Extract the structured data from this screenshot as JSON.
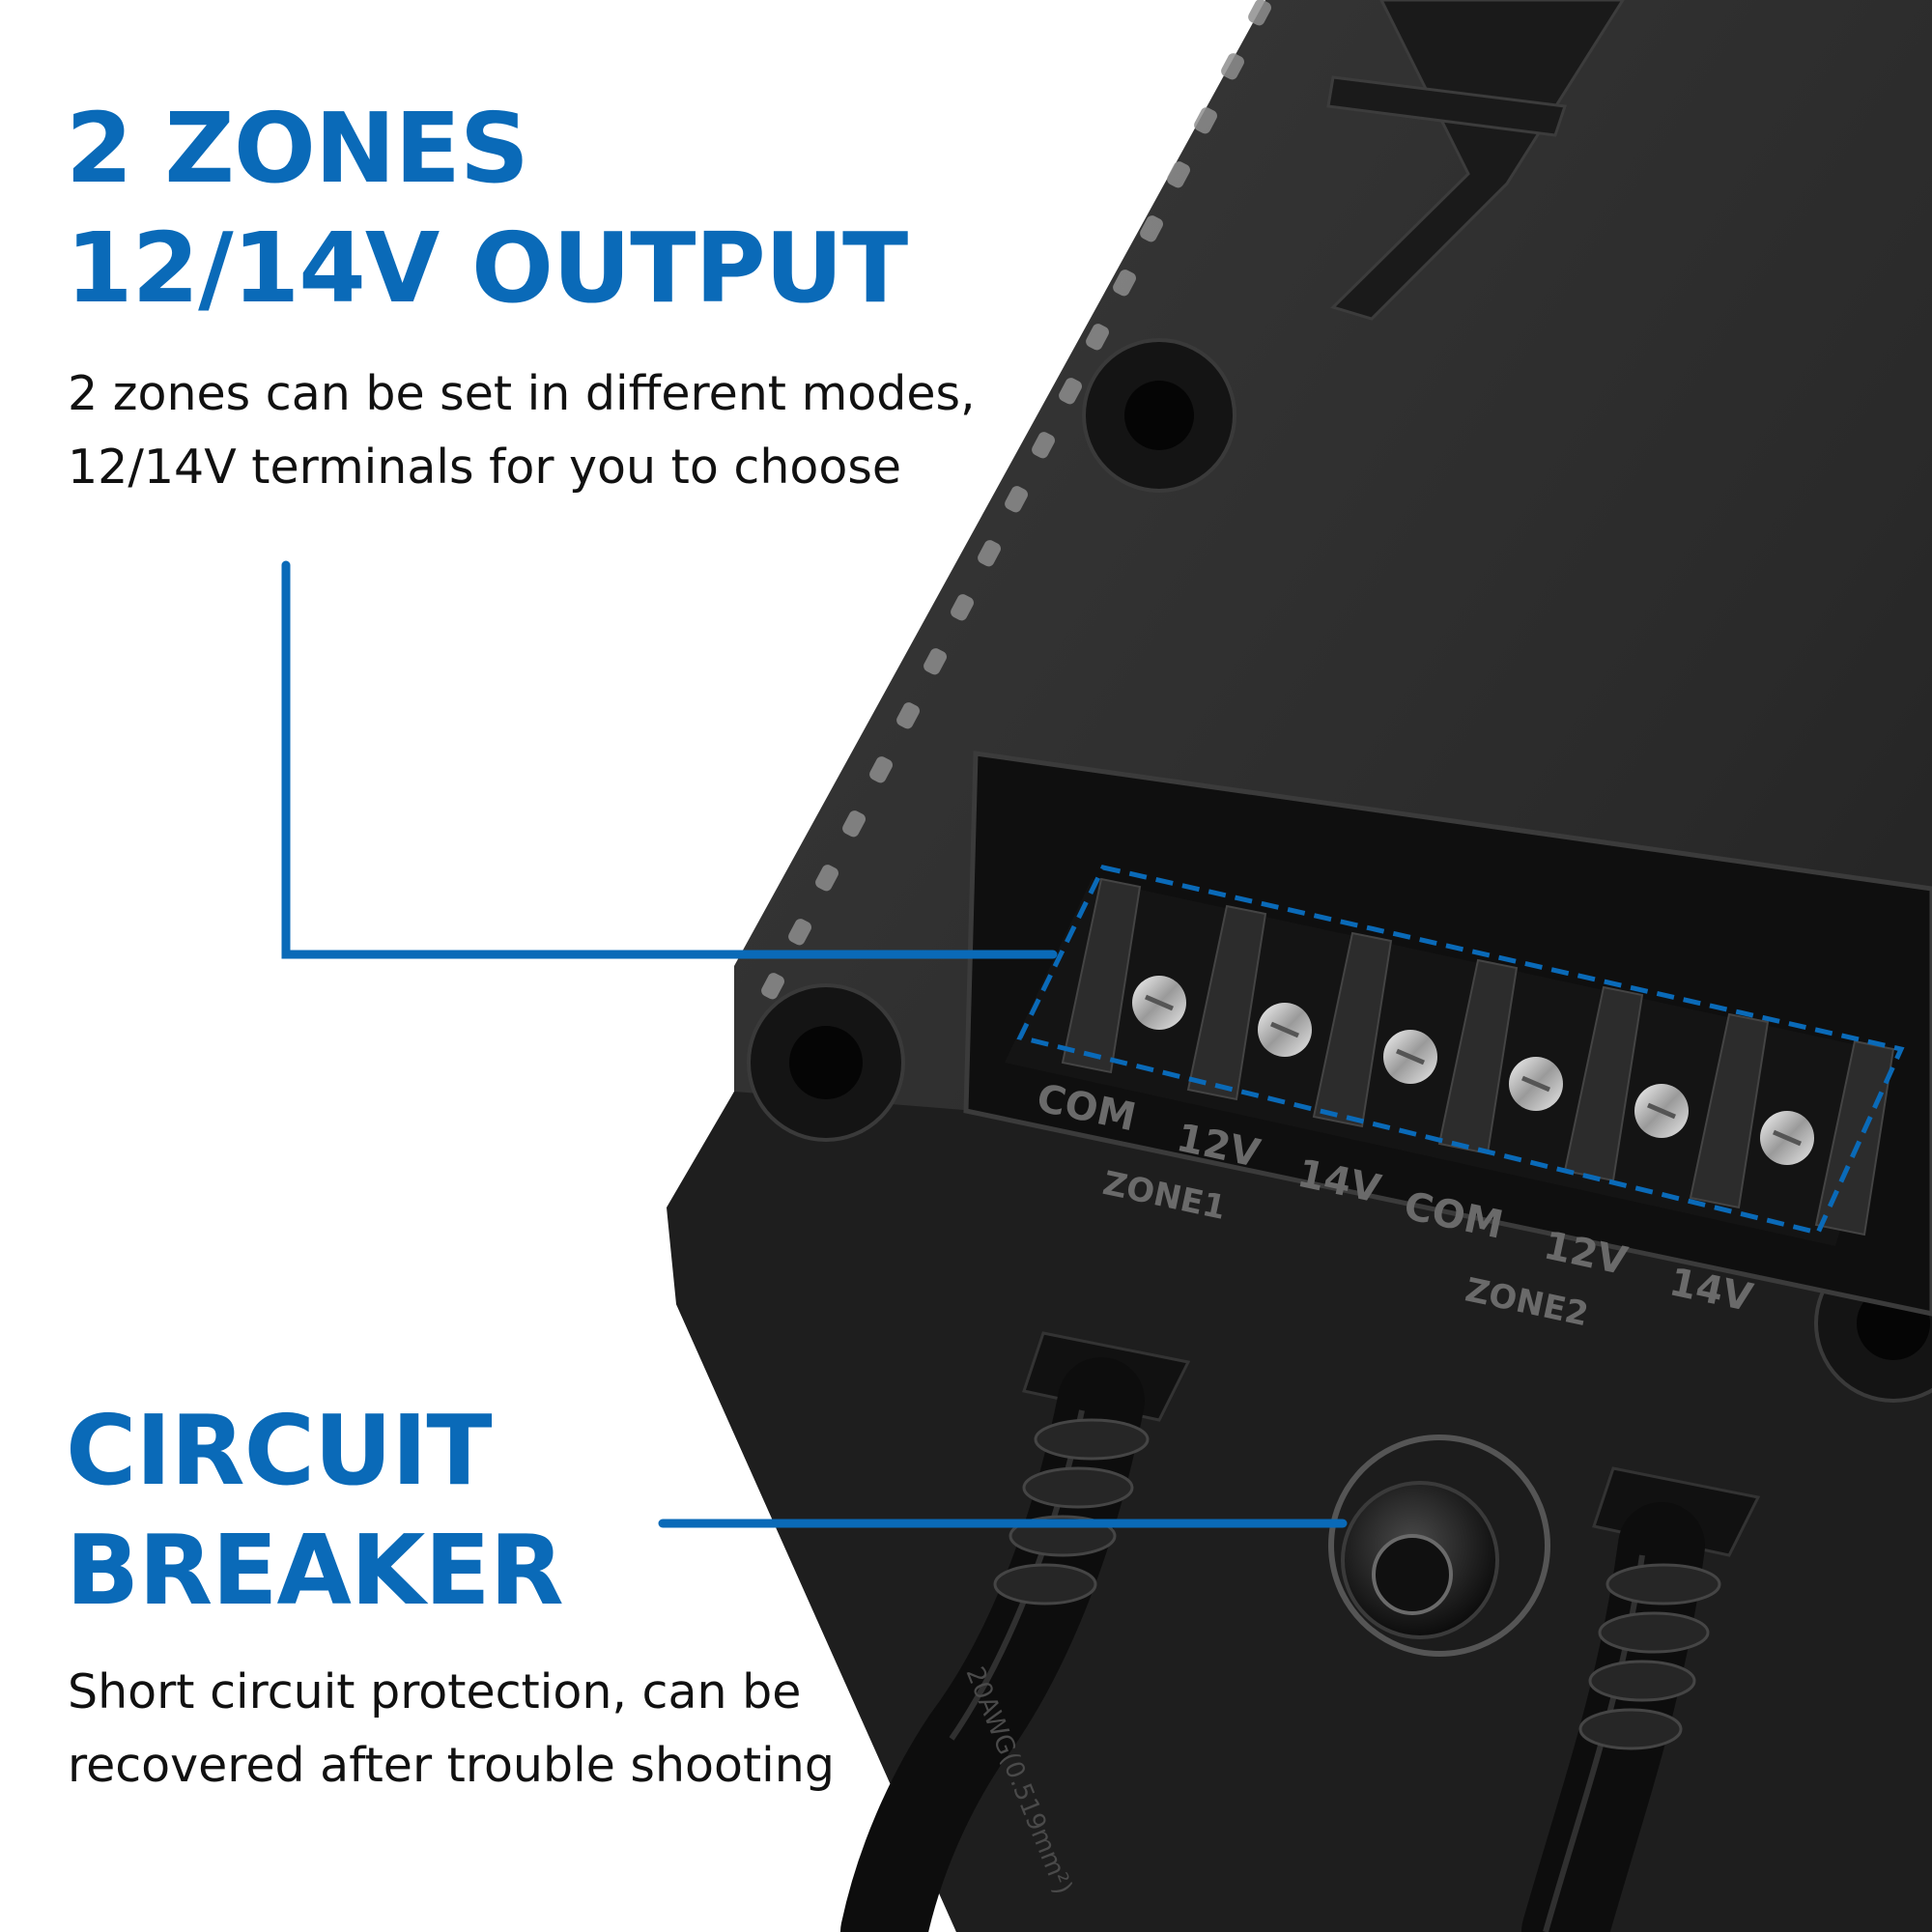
{
  "colors": {
    "accent_blue": "#0a6ab8",
    "housing": "#2b2b2b",
    "housing_dark": "#151515",
    "text_dark": "#111111"
  },
  "feature_zones": {
    "heading_line1": "2 ZONES",
    "heading_line2": "12/14V OUTPUT",
    "description_line1": "2 zones can be set in different modes,",
    "description_line2": "12/14V terminals for you to choose"
  },
  "feature_breaker": {
    "heading_line1": "CIRCUIT",
    "heading_line2": "BREAKER",
    "description_line1": "Short circuit protection, can be",
    "description_line2": "recovered after trouble shooting"
  },
  "terminal_labels": {
    "zone1": {
      "com": "COM",
      "v12": "12V",
      "v14": "14V",
      "name": "ZONE1"
    },
    "zone2": {
      "com": "COM",
      "v12": "12V",
      "v14": "14V",
      "name": "ZONE2"
    }
  },
  "cable_print": "20AWG(0.519mm²)"
}
